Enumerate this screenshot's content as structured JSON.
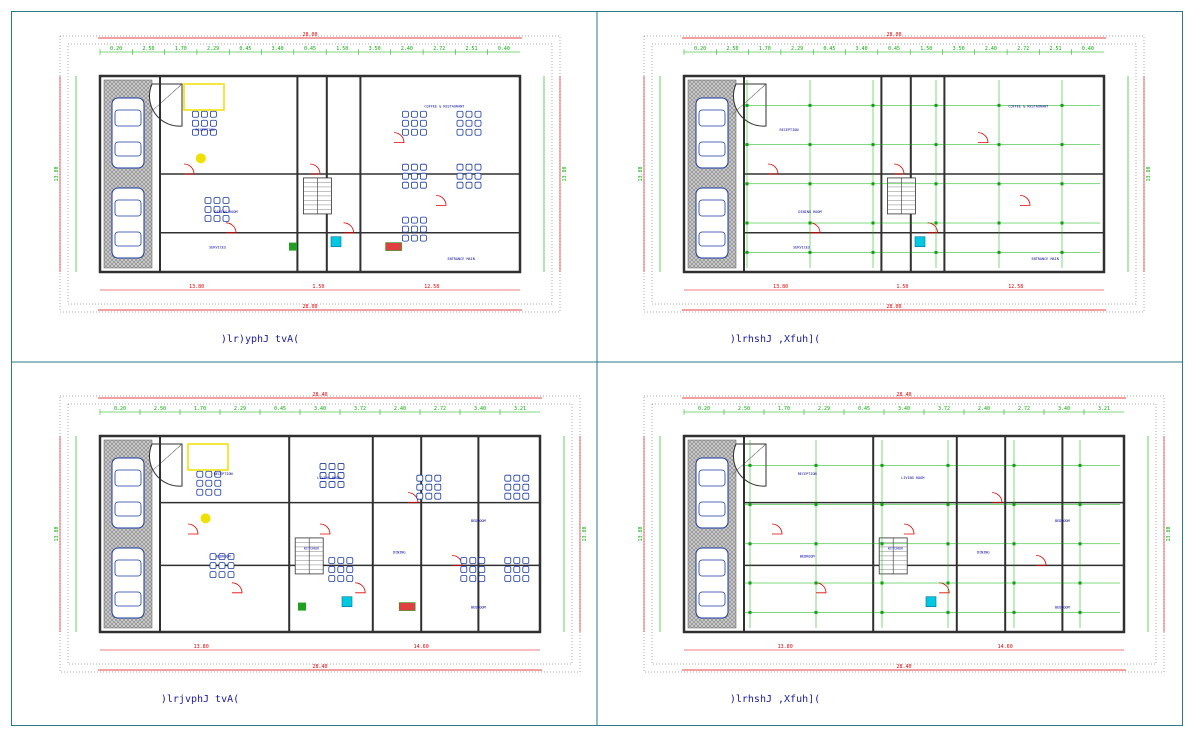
{
  "sheet": {
    "panels": [
      {
        "id": "ground-furnished",
        "caption": ")lr)yphJ tvA(",
        "overall_width": "28.00",
        "bottom_dims": [
          "13.80",
          "1.50",
          "12.58"
        ],
        "top_dims": [
          "0.20",
          "2.50",
          "1.70",
          "2.29",
          "0.45",
          "3.40",
          "0.45",
          "1.50",
          "3.50",
          "2.40",
          "2.72",
          "2.51",
          "0.40"
        ],
        "side_left": "13.80",
        "side_right": "13.80",
        "rooms": [
          "RECEPTION",
          "COFFEE & RESTAURANT",
          "DINING ROOM",
          "SERVICES",
          "ENTRANCE MAIN"
        ],
        "furnished": true
      },
      {
        "id": "ground-structure",
        "caption": ")lrhshJ ,Xfuh](",
        "overall_width": "28.00",
        "bottom_dims": [
          "13.80",
          "1.50",
          "12.58"
        ],
        "top_dims": [
          "0.20",
          "2.50",
          "1.70",
          "2.29",
          "0.45",
          "3.40",
          "0.45",
          "1.50",
          "3.50",
          "2.40",
          "2.72",
          "2.51",
          "0.40"
        ],
        "side_left": "13.80",
        "side_right": "13.80",
        "rooms": [
          "RECEPTION",
          "COFFEE & RESTAURANT",
          "DINING ROOM",
          "SERVICES",
          "ENTRANCE MAIN"
        ],
        "furnished": false
      },
      {
        "id": "typical-furnished",
        "caption": ")lrjvphJ tvA(",
        "overall_width": "28.40",
        "bottom_dims": [
          "13.80",
          "14.60"
        ],
        "top_dims": [
          "0.20",
          "2.50",
          "1.70",
          "2.29",
          "0.45",
          "3.40",
          "3.72",
          "2.40",
          "2.72",
          "3.40",
          "3.21"
        ],
        "side_left": "13.80",
        "side_right": "13.80",
        "rooms": [
          "RECEPTION",
          "LIVING ROOM",
          "BEDROOM",
          "KITCHEN",
          "DINING",
          "BEDROOM",
          "BEDROOM"
        ],
        "furnished": true
      },
      {
        "id": "typical-structure",
        "caption": ")lrhshJ ,Xfuh](",
        "overall_width": "28.40",
        "bottom_dims": [
          "13.80",
          "14.60"
        ],
        "top_dims": [
          "0.20",
          "2.50",
          "1.70",
          "2.29",
          "0.45",
          "3.40",
          "3.72",
          "2.40",
          "2.72",
          "3.40",
          "3.21"
        ],
        "side_left": "13.80",
        "side_right": "13.80",
        "rooms": [
          "RECEPTION",
          "LIVING ROOM",
          "BEDROOM",
          "KITCHEN",
          "DINING",
          "BEDROOM",
          "BEDROOM"
        ],
        "furnished": false
      }
    ]
  },
  "colors": {
    "frame": "#2a7a8a",
    "wall": "#303030",
    "dimension": "#00b000",
    "overall_dim": "#e00000",
    "furniture": "#1a3aa0",
    "accent": "#f0e000",
    "door": "#e00000",
    "tile": "#9a9a9a",
    "water": "#00c8e0"
  }
}
